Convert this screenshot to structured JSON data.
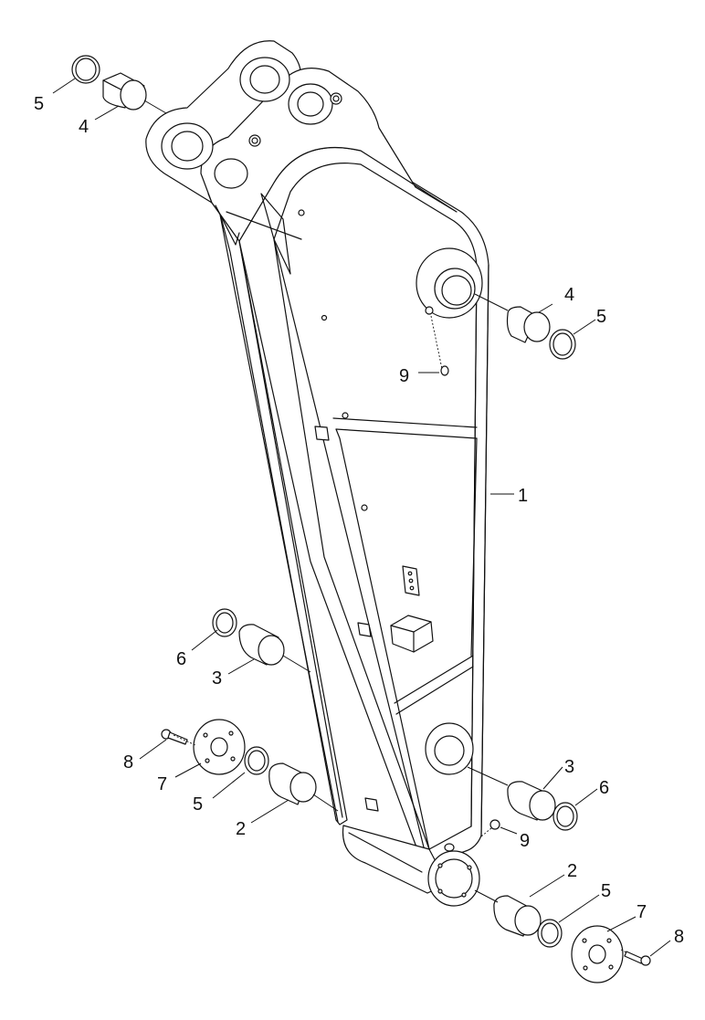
{
  "diagram": {
    "callouts": [
      {
        "id": "c1",
        "label": "1"
      },
      {
        "id": "c2a",
        "label": "2"
      },
      {
        "id": "c2b",
        "label": "2"
      },
      {
        "id": "c3a",
        "label": "3"
      },
      {
        "id": "c3b",
        "label": "3"
      },
      {
        "id": "c4a",
        "label": "4"
      },
      {
        "id": "c4b",
        "label": "4"
      },
      {
        "id": "c5a",
        "label": "5"
      },
      {
        "id": "c5b",
        "label": "5"
      },
      {
        "id": "c5c",
        "label": "5"
      },
      {
        "id": "c5d",
        "label": "5"
      },
      {
        "id": "c6a",
        "label": "6"
      },
      {
        "id": "c6b",
        "label": "6"
      },
      {
        "id": "c7a",
        "label": "7"
      },
      {
        "id": "c7b",
        "label": "7"
      },
      {
        "id": "c8a",
        "label": "8"
      },
      {
        "id": "c8b",
        "label": "8"
      },
      {
        "id": "c9a",
        "label": "9"
      },
      {
        "id": "c9b",
        "label": "9"
      }
    ]
  }
}
